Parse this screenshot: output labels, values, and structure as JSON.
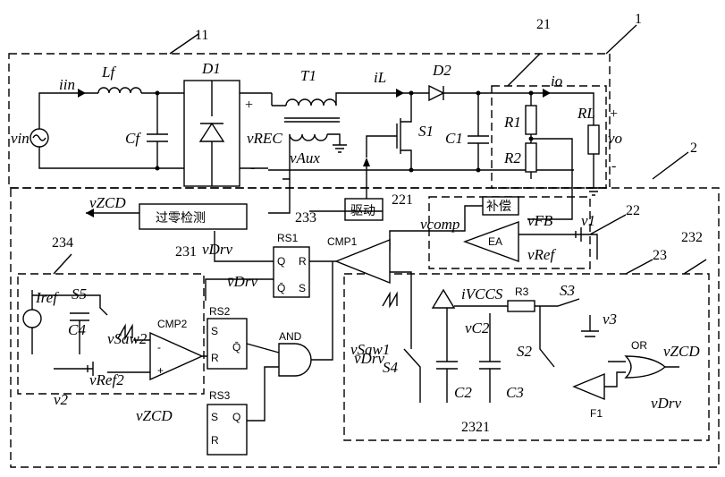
{
  "labels": {
    "iin": "iin",
    "lf": "Lf",
    "vin": "vin",
    "cf": "Cf",
    "d1": "D1",
    "plus": "+",
    "minus": "-",
    "vrec": "vREC",
    "t1": "T1",
    "vaux": "vAux",
    "il": "iL",
    "d2": "D2",
    "s1": "S1",
    "c1": "C1",
    "r1": "R1",
    "r2": "R2",
    "io": "io",
    "rl": "RL",
    "vo": "vo",
    "vzcd": "vZCD",
    "zcd_block": "过零检测",
    "driver": "驱动",
    "comp_block": "补偿",
    "vcomp": "vcomp",
    "vfb": "vFB",
    "ea": "EA",
    "v1": "v1",
    "vref": "vRef",
    "cmp1": "CMP1",
    "rs1": "RS1",
    "q": "Q",
    "r": "R",
    "qbar": "Q̄",
    "s": "S",
    "vdrv": "vDrv",
    "vdrv_bar": "v̄Drv",
    "vsaw1": "vSaw1",
    "s4": "S4",
    "rs2": "RS2",
    "rs3": "RS3",
    "and": "AND",
    "cmp2": "CMP2",
    "vsaw2": "vSaw2",
    "iref": "Iref",
    "s5": "S5",
    "c4": "C4",
    "vref2": "vRef2",
    "v2": "v2",
    "ivccs": "iVCCS",
    "vc2": "vC2",
    "r3": "R3",
    "s3": "S3",
    "v3": "v3",
    "s2": "S2",
    "c2": "C2",
    "c3": "C3",
    "f1": "F1",
    "or": "OR"
  },
  "numbers": {
    "n11": "11",
    "n1": "1",
    "n21": "21",
    "n2": "2",
    "n22": "22",
    "n23": "23",
    "n232": "232",
    "n234": "234",
    "n233": "233",
    "n221": "221",
    "n231": "231",
    "n2321": "2321"
  }
}
